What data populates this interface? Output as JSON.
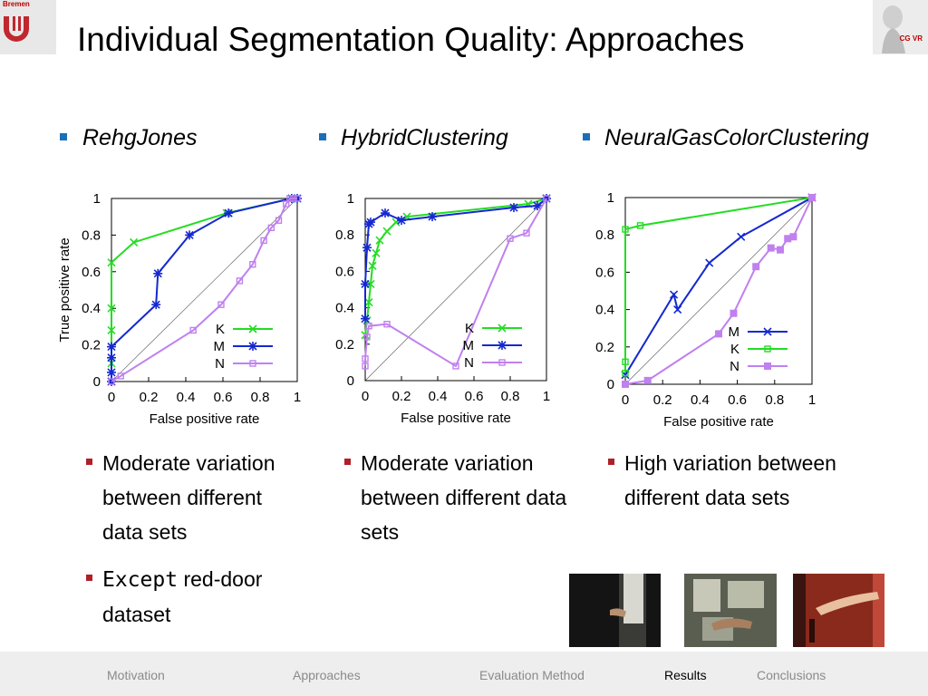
{
  "logo_left_text": "Bremen",
  "logo_right_text": "CG VR",
  "title": "Individual Segmentation Quality: Approaches",
  "columns": [
    {
      "heading": "RehgJones",
      "bullets": [
        "Moderate variation between different data sets",
        "Except red-door dataset"
      ]
    },
    {
      "heading": "HybridClustering",
      "bullets": [
        "Moderate variation between different data sets"
      ]
    },
    {
      "heading": "NeuralGasColorClustering",
      "bullets": [
        "High variation between different data sets"
      ]
    }
  ],
  "nav": [
    "Motivation",
    "Approaches",
    "Evaluation Method",
    "Results",
    "Conclusions"
  ],
  "nav_active": "Results",
  "colors": {
    "accent_bullet": "#1a6fb8",
    "sub_bullet": "#b0202a",
    "K": "#22dd22",
    "M": "#1428d0",
    "N": "#c080f0"
  },
  "chart_data": [
    {
      "type": "line",
      "title": "",
      "xlabel": "False positive rate",
      "ylabel": "True positive rate",
      "xlim": [
        0,
        1
      ],
      "ylim": [
        0,
        1
      ],
      "x_ticks": [
        "0",
        "0.2",
        "0.4",
        "0.6",
        "0.8",
        "1"
      ],
      "y_ticks": [
        "0",
        "0.2",
        "0.4",
        "0.6",
        "0.8",
        "1"
      ],
      "diagonal": true,
      "legend_position": "bottom-right",
      "series": [
        {
          "name": "K",
          "marker": "x",
          "points": [
            [
              0,
              0
            ],
            [
              0,
              0.1
            ],
            [
              0,
              0.28
            ],
            [
              0,
              0.4
            ],
            [
              0,
              0.65
            ],
            [
              0.12,
              0.76
            ],
            [
              0.62,
              0.92
            ],
            [
              0.97,
              1
            ],
            [
              1,
              1
            ]
          ]
        },
        {
          "name": "M",
          "marker": "star",
          "points": [
            [
              0,
              0
            ],
            [
              0,
              0.05
            ],
            [
              0,
              0.13
            ],
            [
              0,
              0.19
            ],
            [
              0.24,
              0.42
            ],
            [
              0.25,
              0.59
            ],
            [
              0.42,
              0.8
            ],
            [
              0.63,
              0.92
            ],
            [
              0.97,
              1
            ],
            [
              1,
              1
            ]
          ]
        },
        {
          "name": "N",
          "marker": "square",
          "points": [
            [
              0,
              0
            ],
            [
              0.05,
              0.03
            ],
            [
              0.44,
              0.28
            ],
            [
              0.59,
              0.42
            ],
            [
              0.69,
              0.55
            ],
            [
              0.76,
              0.64
            ],
            [
              0.82,
              0.77
            ],
            [
              0.86,
              0.84
            ],
            [
              0.9,
              0.88
            ],
            [
              0.94,
              0.97
            ],
            [
              0.96,
              1
            ],
            [
              0.98,
              1
            ],
            [
              1,
              1
            ]
          ]
        }
      ]
    },
    {
      "type": "line",
      "title": "",
      "xlabel": "False positive rate",
      "ylabel": "",
      "xlim": [
        0,
        1
      ],
      "ylim": [
        0,
        1
      ],
      "x_ticks": [
        "0",
        "0.2",
        "0.4",
        "0.6",
        "0.8",
        "1"
      ],
      "y_ticks": [
        "0",
        "0.2",
        "0.4",
        "0.6",
        "0.8",
        "1"
      ],
      "diagonal": true,
      "legend_position": "bottom-right",
      "series": [
        {
          "name": "K",
          "marker": "x",
          "points": [
            [
              0,
              0.25
            ],
            [
              0.01,
              0.33
            ],
            [
              0.02,
              0.43
            ],
            [
              0.03,
              0.53
            ],
            [
              0.04,
              0.63
            ],
            [
              0.06,
              0.7
            ],
            [
              0.08,
              0.77
            ],
            [
              0.12,
              0.82
            ],
            [
              0.17,
              0.87
            ],
            [
              0.23,
              0.9
            ],
            [
              0.9,
              0.97
            ],
            [
              1,
              1
            ]
          ]
        },
        {
          "name": "M",
          "marker": "star",
          "points": [
            [
              0,
              0.34
            ],
            [
              0,
              0.53
            ],
            [
              0.01,
              0.73
            ],
            [
              0.02,
              0.86
            ],
            [
              0.03,
              0.87
            ],
            [
              0.11,
              0.92
            ],
            [
              0.2,
              0.88
            ],
            [
              0.37,
              0.9
            ],
            [
              0.82,
              0.95
            ],
            [
              0.95,
              0.96
            ],
            [
              1,
              1
            ]
          ]
        },
        {
          "name": "N",
          "marker": "square",
          "points": [
            [
              0,
              0.08
            ],
            [
              0,
              0.12
            ],
            [
              0.01,
              0.24
            ],
            [
              0.02,
              0.3
            ],
            [
              0.12,
              0.31
            ],
            [
              0.5,
              0.08
            ],
            [
              0.8,
              0.78
            ],
            [
              0.89,
              0.81
            ],
            [
              1,
              1
            ]
          ]
        }
      ]
    },
    {
      "type": "line",
      "title": "",
      "xlabel": "False positive rate",
      "ylabel": "",
      "xlim": [
        0,
        1
      ],
      "ylim": [
        0,
        1
      ],
      "x_ticks": [
        "0",
        "0.2",
        "0.4",
        "0.6",
        "0.8",
        "1"
      ],
      "y_ticks": [
        "0",
        "0.2",
        "0.4",
        "0.6",
        "0.8",
        "1"
      ],
      "diagonal": true,
      "legend_position": "bottom-right",
      "series": [
        {
          "name": "M",
          "marker": "x",
          "points": [
            [
              0,
              0.05
            ],
            [
              0.26,
              0.48
            ],
            [
              0.28,
              0.4
            ],
            [
              0.45,
              0.65
            ],
            [
              0.62,
              0.79
            ],
            [
              1,
              1
            ]
          ]
        },
        {
          "name": "K",
          "marker": "square",
          "points": [
            [
              0,
              0.06
            ],
            [
              0,
              0.12
            ],
            [
              0,
              0.83
            ],
            [
              0.08,
              0.85
            ],
            [
              1,
              1
            ]
          ]
        },
        {
          "name": "N",
          "marker": "filled-square",
          "points": [
            [
              0,
              0
            ],
            [
              0.12,
              0.02
            ],
            [
              0.5,
              0.27
            ],
            [
              0.58,
              0.38
            ],
            [
              0.7,
              0.63
            ],
            [
              0.78,
              0.73
            ],
            [
              0.83,
              0.72
            ],
            [
              0.87,
              0.78
            ],
            [
              0.9,
              0.79
            ],
            [
              1,
              1
            ]
          ]
        }
      ]
    }
  ]
}
